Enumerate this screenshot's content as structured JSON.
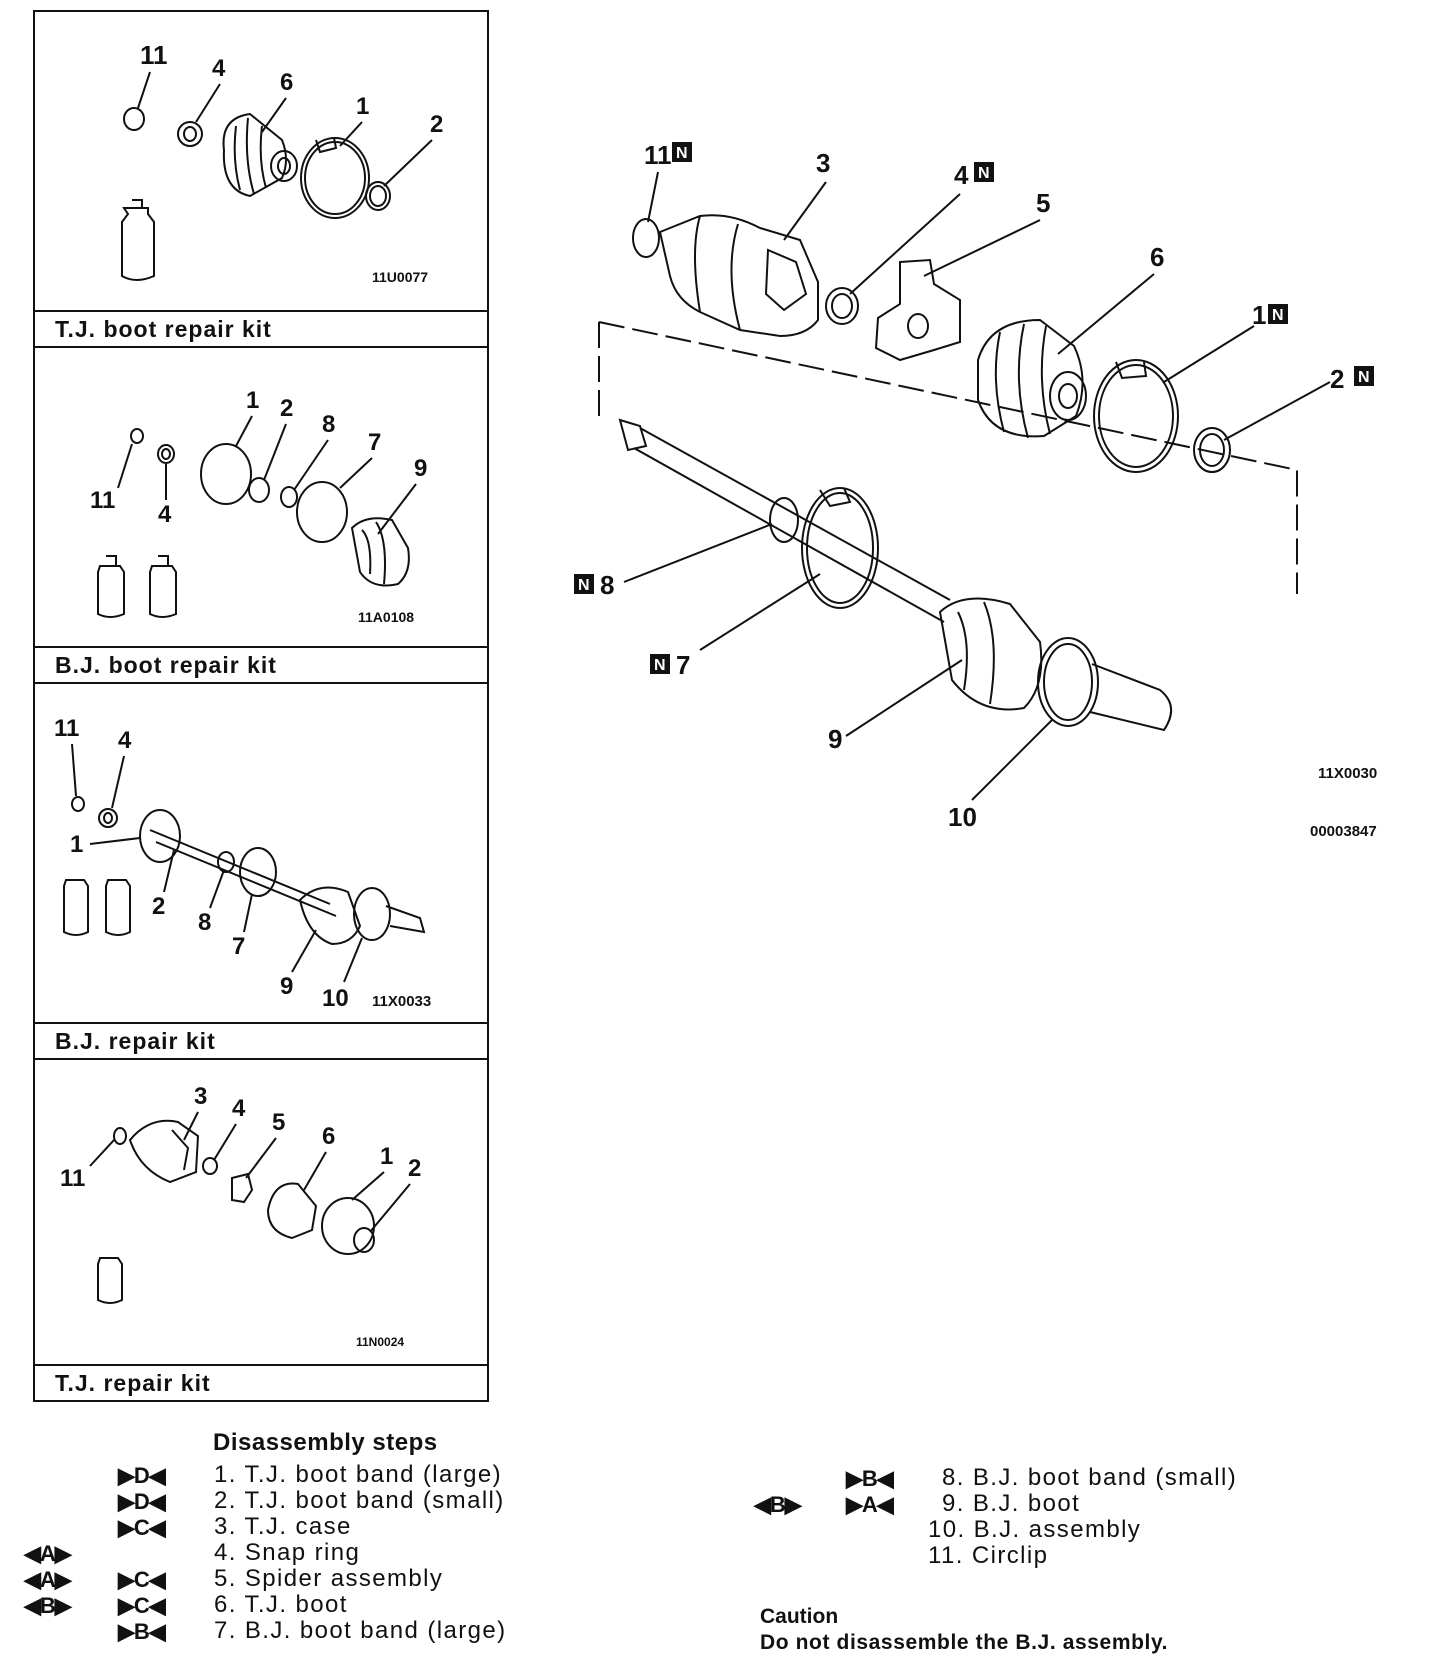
{
  "kits": [
    {
      "caption": "T.J. boot repair kit",
      "figure_code": "11U0077",
      "callouts": [
        "11",
        "4",
        "6",
        "1",
        "2"
      ]
    },
    {
      "caption": "B.J. boot repair kit",
      "figure_code": "11A0108",
      "callouts": [
        "1",
        "2",
        "8",
        "7",
        "9",
        "11",
        "4"
      ]
    },
    {
      "caption": "B.J. repair kit",
      "figure_code": "11X0033",
      "callouts": [
        "11",
        "4",
        "1",
        "2",
        "8",
        "7",
        "9",
        "10"
      ]
    },
    {
      "caption": "T.J. repair kit",
      "figure_code": "11N0024",
      "callouts": [
        "3",
        "4",
        "5",
        "6",
        "1",
        "2",
        "11"
      ]
    }
  ],
  "main_diagram": {
    "figure_code": "11X0030",
    "doc_code": "00003847",
    "callouts": [
      "11",
      "3",
      "4",
      "5",
      "6",
      "1",
      "2",
      "8",
      "7",
      "9",
      "10"
    ],
    "new_part_badge": "N"
  },
  "disassembly": {
    "title": "Disassembly steps",
    "steps": [
      {
        "left_mark": "",
        "right_mark": "▶D◀",
        "text": "1. T.J. boot band (large)"
      },
      {
        "left_mark": "",
        "right_mark": "▶D◀",
        "text": "2. T.J. boot band (small)"
      },
      {
        "left_mark": "",
        "right_mark": "▶C◀",
        "text": "3. T.J. case"
      },
      {
        "left_mark": "◀A▶",
        "right_mark": "",
        "text": "4. Snap ring"
      },
      {
        "left_mark": "◀A▶",
        "right_mark": "▶C◀",
        "text": "5. Spider assembly"
      },
      {
        "left_mark": "◀B▶",
        "right_mark": "▶C◀",
        "text": "6. T.J. boot"
      },
      {
        "left_mark": "",
        "right_mark": "▶B◀",
        "text": "7. B.J. boot band (large)"
      },
      {
        "left_mark": "",
        "right_mark": "▶B◀",
        "text": "8. B.J. boot band (small)"
      },
      {
        "left_mark": "◀B▶",
        "right_mark": "▶A◀",
        "text": "9. B.J. boot"
      },
      {
        "left_mark": "",
        "right_mark": "",
        "text": "10. B.J. assembly"
      },
      {
        "left_mark": "",
        "right_mark": "",
        "text": "11. Circlip"
      }
    ]
  },
  "caution": {
    "title": "Caution",
    "text": "Do not disassemble the B.J. assembly."
  }
}
